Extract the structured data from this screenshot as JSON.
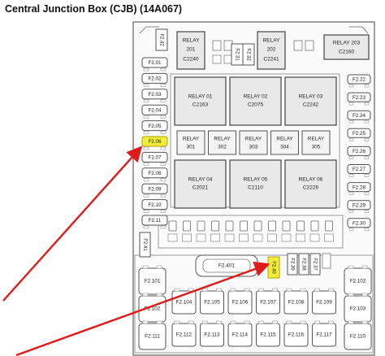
{
  "title": "Central Junction Box (CJB) (14A067)",
  "colors": {
    "highlight": "#f2ec3a",
    "arrow": "#e01b1b",
    "outline": "#6d6d6d",
    "relay_fill": "#e9e9e9",
    "box_fill": "#fbfbfb"
  },
  "relays_top": [
    {
      "name": "RELAY",
      "num": "201",
      "conn": "C2240"
    },
    {
      "name": "RELAY",
      "num": "202",
      "conn": "C2241"
    },
    {
      "name": "RELAY 203",
      "num": "",
      "conn": "C2160"
    }
  ],
  "relays_row1": [
    {
      "name": "RELAY 01",
      "conn": "C2163"
    },
    {
      "name": "RELAY 02",
      "conn": "C2075"
    },
    {
      "name": "RELAY 03",
      "conn": "C2242"
    }
  ],
  "relays_row2": [
    {
      "name": "RELAY 04",
      "conn": "C2021"
    },
    {
      "name": "RELAY 05",
      "conn": "C2110"
    },
    {
      "name": "RELAY 06",
      "conn": "C2226"
    }
  ],
  "relays_300": [
    {
      "name": "RELAY",
      "num": "301"
    },
    {
      "name": "RELAY",
      "num": "302"
    },
    {
      "name": "RELAY",
      "num": "303"
    },
    {
      "name": "RELAY",
      "num": "304"
    },
    {
      "name": "RELAY",
      "num": "305"
    }
  ],
  "fuses_left": [
    "F2.01",
    "F2.02",
    "F2.03",
    "F2.04",
    "F2.05",
    "F2.06",
    "F2.07",
    "F2.08",
    "F2.09",
    "F2.10",
    "F2.11"
  ],
  "fuses_right": [
    "F2.22",
    "F2.23",
    "F2.24",
    "F2.25",
    "F2.26",
    "F2.27",
    "F2.28",
    "F2.29",
    "F2.30"
  ],
  "fuses_top": [
    "F2.42",
    "F2.31",
    "F2.32"
  ],
  "fuses_mid": [
    "F2.41",
    "F2.401",
    "F2.40",
    "F2.39",
    "F2.38",
    "F2.37"
  ],
  "fuses_big_left": [
    "F2.101",
    "F2.102",
    "F2.111"
  ],
  "fuses_big_right": [
    "F2.102",
    "F2.103",
    "F2.110"
  ],
  "fuses_bottom_row1": [
    "F2.104",
    "F2.105",
    "F2.106",
    "F2.107",
    "F2.108",
    "F2.109"
  ],
  "fuses_bottom_row2": [
    "F2.112",
    "F2.113",
    "F2.114",
    "F2.115",
    "F2.116",
    "F2.117"
  ]
}
